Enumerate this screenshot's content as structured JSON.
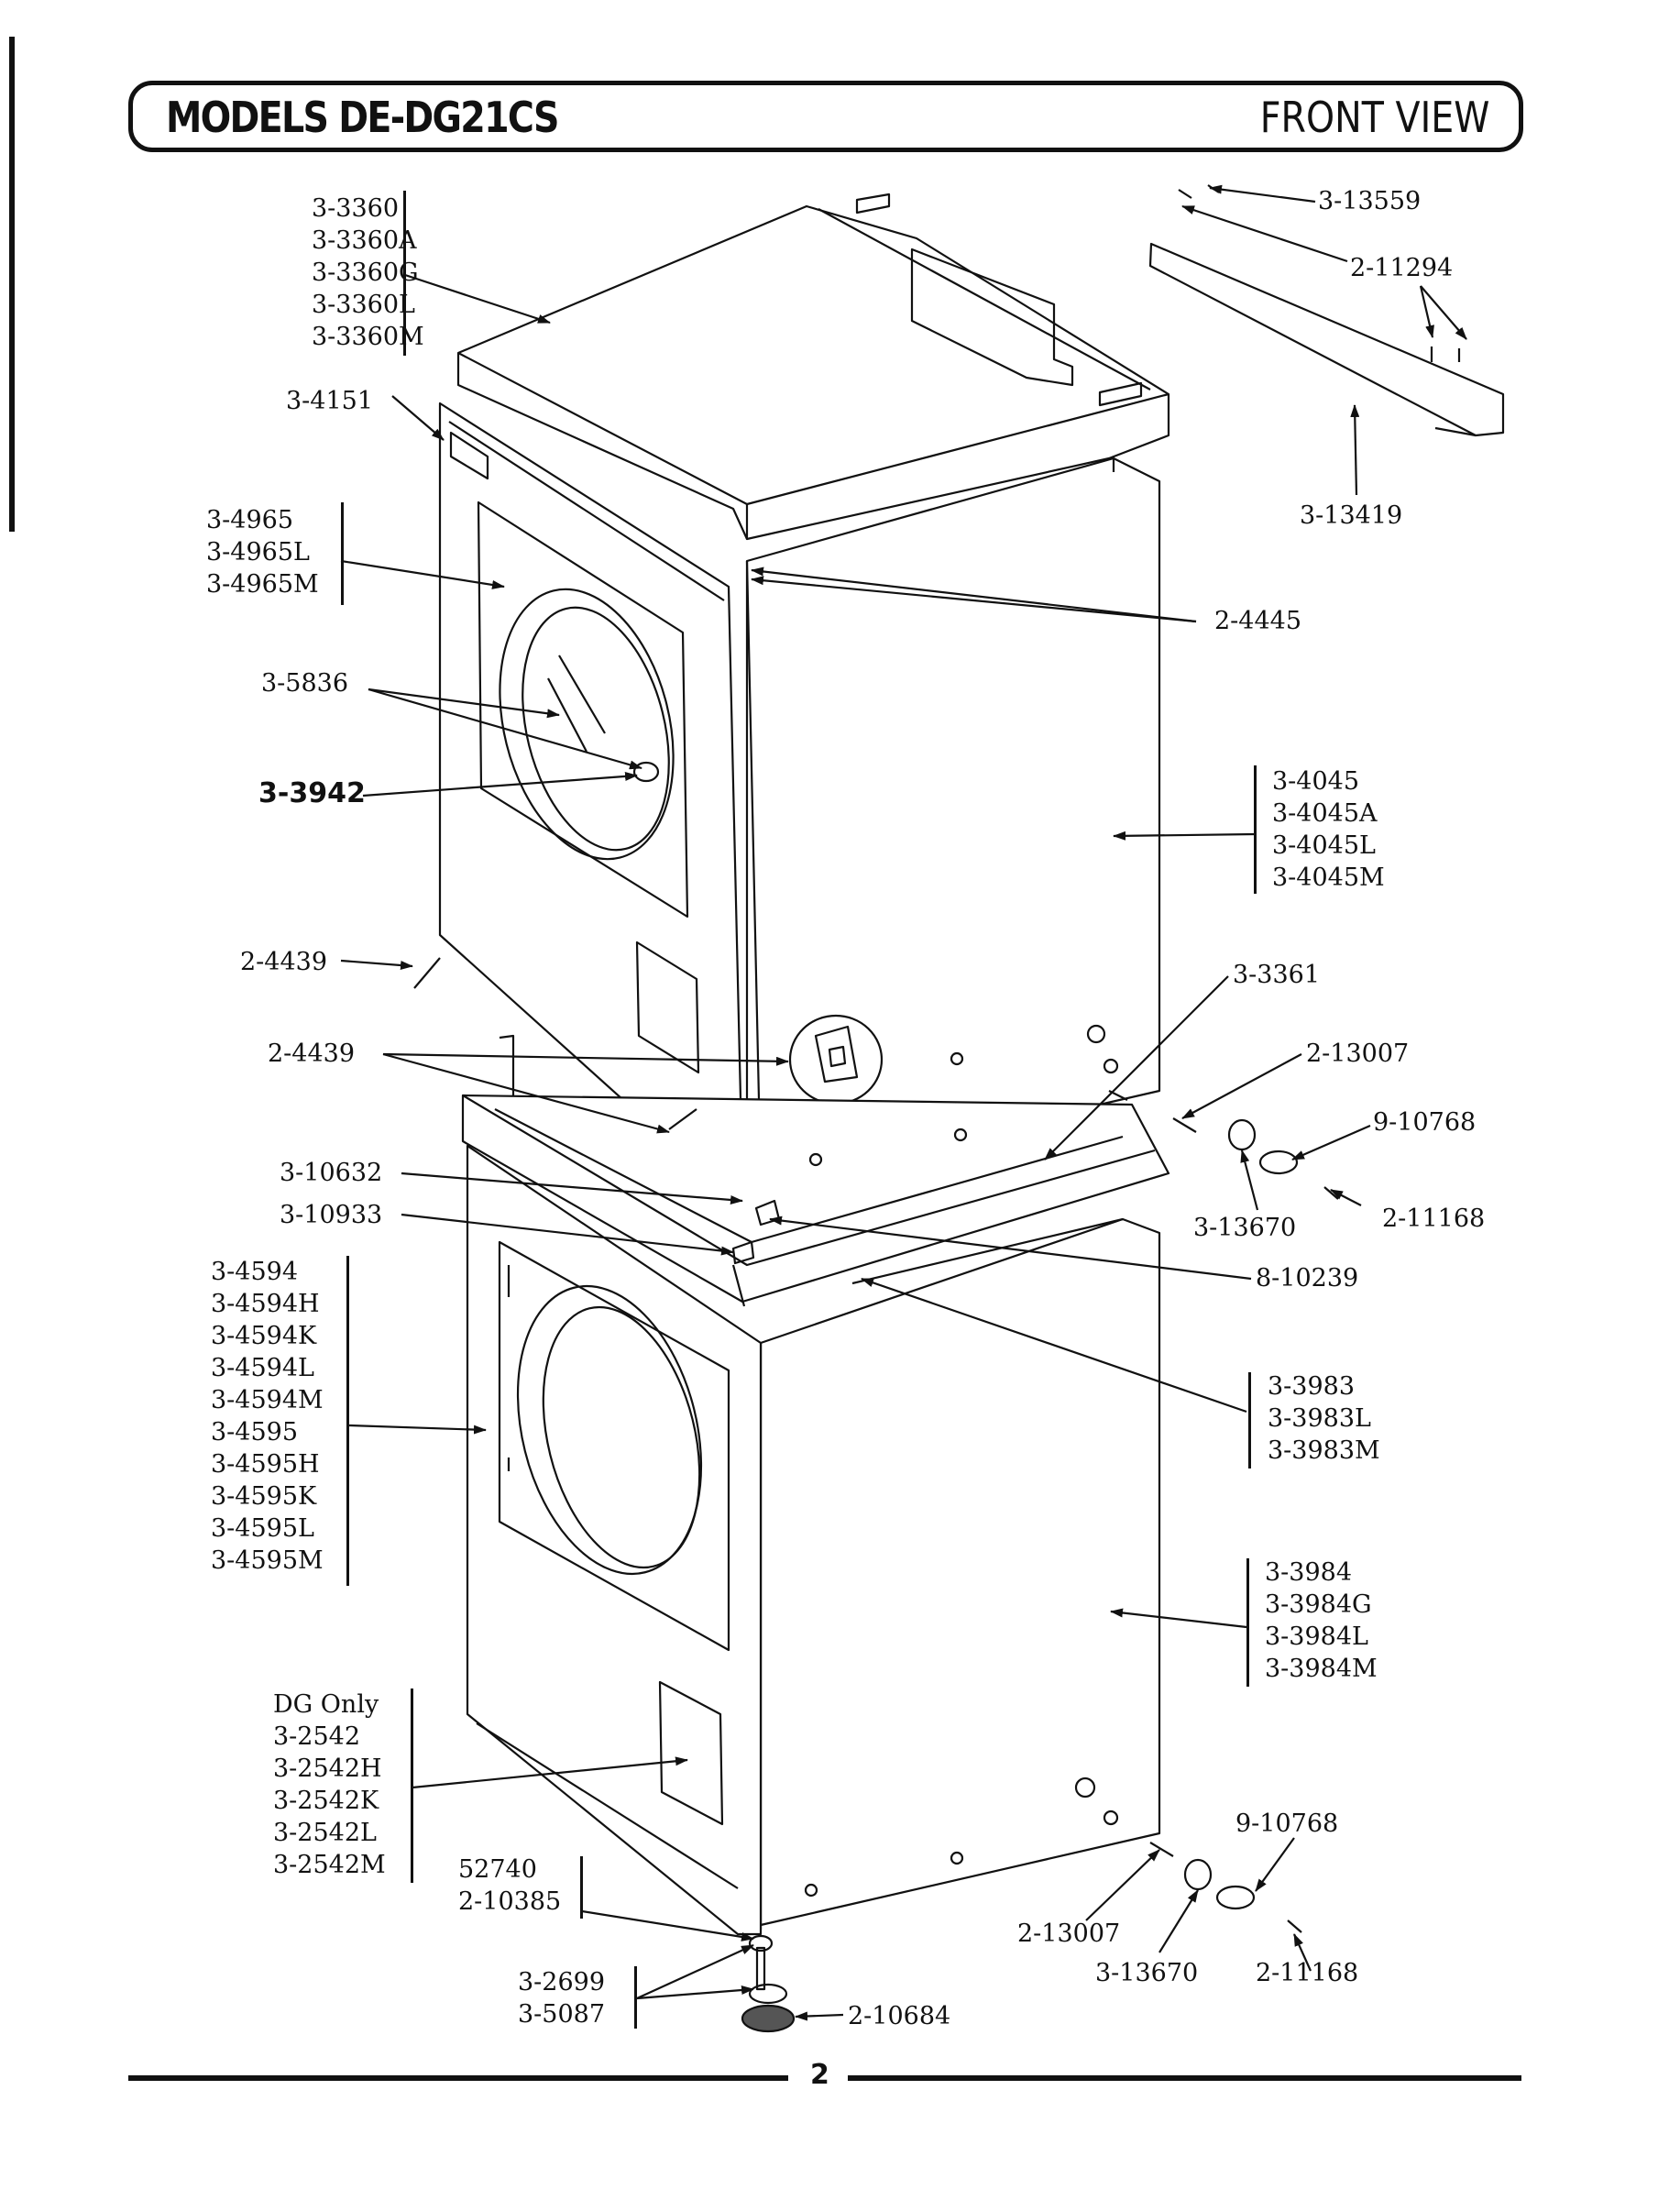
{
  "header": {
    "model": "MODELS DE-DG21CS",
    "view": "FRONT VIEW"
  },
  "page_number": "2",
  "labels": {
    "top_cover": [
      "3-3360",
      "3-3360A",
      "3-3360G",
      "3-3360L",
      "3-3360M"
    ],
    "screw_top": [
      "3-13559"
    ],
    "screws_bracket": [
      "2-11294"
    ],
    "bracket": [
      "3-13419"
    ],
    "badge": [
      "3-4151"
    ],
    "upper_door_panel": [
      "3-4965",
      "3-4965L",
      "3-4965M"
    ],
    "hinge_screw": [
      "2-4445"
    ],
    "door_glass": [
      "3-5836"
    ],
    "door_knob": [
      "3-3942"
    ],
    "upper_cabinet": [
      "3-4045",
      "3-4045A",
      "3-4045L",
      "3-4045M"
    ],
    "screw_left": [
      "2-4439"
    ],
    "frame": [
      "3-3361"
    ],
    "screws_latch": [
      "2-4439"
    ],
    "screw_right_upper": [
      "2-13007"
    ],
    "lug_upper": [
      "9-10768"
    ],
    "bolt_upper": [
      "2-11168"
    ],
    "bushing_upper": [
      "3-13670"
    ],
    "part_10632": [
      "3-10632"
    ],
    "part_10933": [
      "3-10933"
    ],
    "part_10239": [
      "8-10239"
    ],
    "lower_door_panel": [
      "3-4594",
      "3-4594H",
      "3-4594K",
      "3-4594L",
      "3-4594M",
      "3-4595",
      "3-4595H",
      "3-4595K",
      "3-4595L",
      "3-4595M"
    ],
    "lower_top": [
      "3-3983",
      "3-3983L",
      "3-3983M"
    ],
    "lower_cabinet": [
      "3-3984",
      "3-3984G",
      "3-3984L",
      "3-3984M"
    ],
    "lower_access_panel": [
      "DG Only",
      "3-2542",
      "3-2542H",
      "3-2542K",
      "3-2542L",
      "3-2542M"
    ],
    "leg_nut": [
      "52740",
      "2-10385"
    ],
    "legs": [
      "3-2699",
      "3-5087"
    ],
    "foot_cap": [
      "2-10684"
    ],
    "screw_right_lower": [
      "2-13007"
    ],
    "bushing_lower": [
      "3-13670"
    ],
    "lug_lower": [
      "9-10768"
    ],
    "bolt_lower": [
      "2-11168"
    ]
  }
}
